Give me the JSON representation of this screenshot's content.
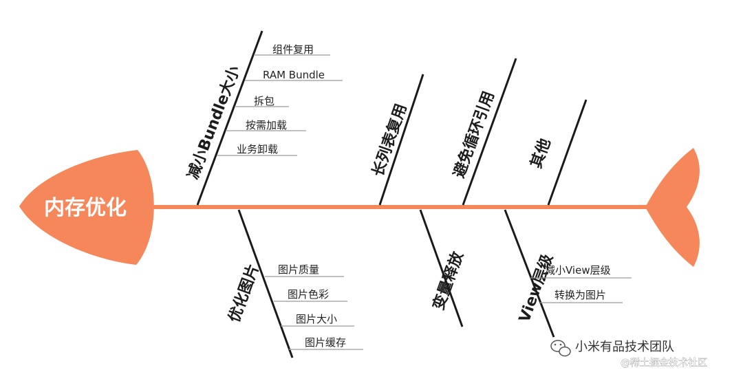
{
  "diagram": {
    "head": "内存优化",
    "colors": {
      "spine": "#f5875a",
      "head": "#f5875a",
      "bone": "#1a1a1a",
      "item_line": "#9a9a9a"
    },
    "top_branches": [
      {
        "label": "减小Bundle大小",
        "items": [
          "组件复用",
          "RAM Bundle",
          "拆包",
          "按需加载",
          "业务卸载"
        ]
      },
      {
        "label": "长列表复用",
        "items": []
      },
      {
        "label": "避免循环引用",
        "items": []
      },
      {
        "label": "其他",
        "items": []
      }
    ],
    "bottom_branches": [
      {
        "label": "优化图片",
        "items": [
          "图片质量",
          "图片色彩",
          "图片大小",
          "图片缓存"
        ]
      },
      {
        "label": "变量释放",
        "items": []
      },
      {
        "label": "View层级",
        "items": [
          "减小View层级",
          "转换为图片"
        ]
      }
    ]
  },
  "watermark": {
    "icon": "wechat-icon",
    "text": "小米有品技术团队",
    "sub": "@稀土掘金技术社区"
  }
}
